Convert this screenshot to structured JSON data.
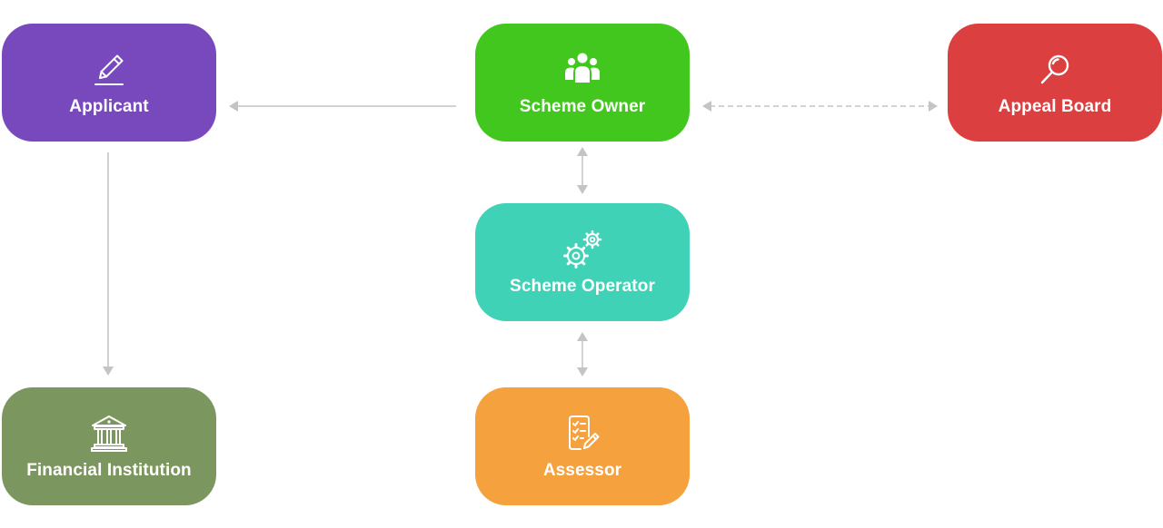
{
  "nodes": {
    "applicant": {
      "label": "Applicant",
      "icon": "pencil-icon",
      "color": "#7849bd"
    },
    "scheme_owner": {
      "label": "Scheme Owner",
      "icon": "users-icon",
      "color": "#42c71e"
    },
    "appeal_board": {
      "label": "Appeal Board",
      "icon": "magnifier-icon",
      "color": "#dc3f40"
    },
    "scheme_operator": {
      "label": "Scheme Operator",
      "icon": "gears-icon",
      "color": "#3fd2b6"
    },
    "financial_institution": {
      "label": "Financial Institution",
      "icon": "bank-icon",
      "color": "#7c965f"
    },
    "assessor": {
      "label": "Assessor",
      "icon": "checklist-edit-icon",
      "color": "#f5a13e"
    }
  },
  "connectors": [
    {
      "from": "Scheme Owner",
      "to": "Applicant",
      "style": "solid",
      "direction": "one-way"
    },
    {
      "from": "Scheme Owner",
      "to": "Appeal Board",
      "style": "dashed",
      "direction": "two-way"
    },
    {
      "from": "Scheme Owner",
      "to": "Scheme Operator",
      "style": "solid",
      "direction": "two-way"
    },
    {
      "from": "Scheme Operator",
      "to": "Assessor",
      "style": "solid",
      "direction": "two-way"
    },
    {
      "from": "Applicant",
      "to": "Financial Institution",
      "style": "solid",
      "direction": "one-way"
    }
  ],
  "colors": {
    "connector": "#c4c4c4",
    "text": "#ffffff"
  }
}
